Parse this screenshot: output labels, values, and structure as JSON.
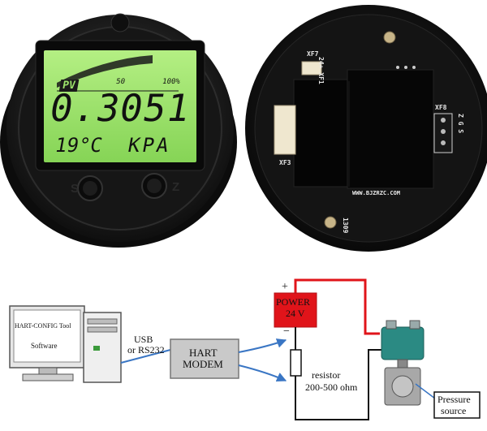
{
  "lcd": {
    "tag": "PV",
    "scale_mid": "50",
    "scale_max": "100%",
    "value": "0.3051",
    "temperature": "19°C",
    "unit": "KPA"
  },
  "meter_buttons": {
    "left": "S",
    "right": "Z"
  },
  "board": {
    "xf7": "XF7",
    "xf1": "24+ XF1",
    "xf8": "XF8",
    "xf8_pins": "Z G S",
    "xf3": "XF3",
    "url": "WWW.BJZRZC.COM",
    "code": "1309"
  },
  "diagram": {
    "computer_title": "HART-CONFIG Tool",
    "computer_software": "Software",
    "usb_line1": "USB",
    "usb_line2": "or RS232",
    "modem_line1": "HART",
    "modem_line2": "MODEM",
    "plus_sign": "+",
    "minus_sign": "−",
    "power_line1": "POWER",
    "power_line2": "24 V",
    "resistor_line1": "resistor",
    "resistor_line2": "200-500 ohm",
    "pressure_line1": "Pressure",
    "pressure_line2": "source"
  },
  "colors": {
    "lcd_green": "#9be26a",
    "power_red": "#e0141a",
    "wire_blue": "#3a76c4",
    "modem_grey": "#c9c9c9"
  }
}
